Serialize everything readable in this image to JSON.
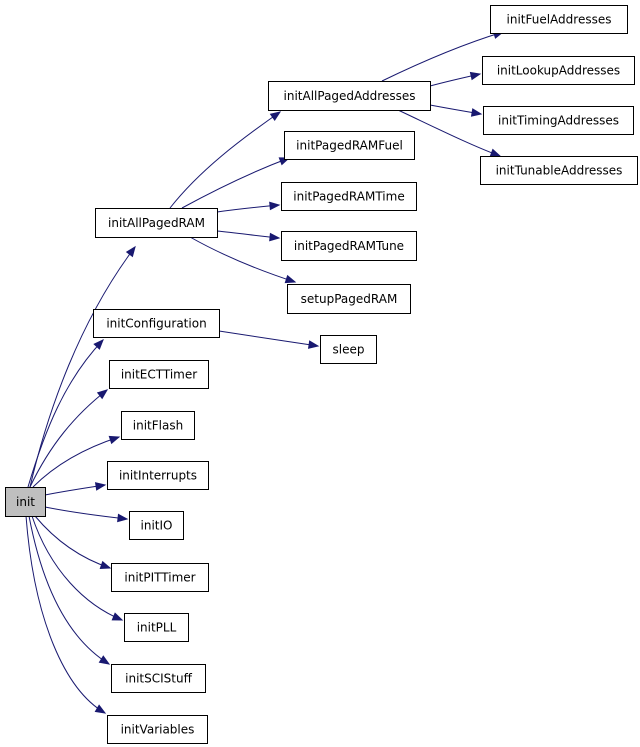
{
  "graph": {
    "root": "init",
    "nodes": [
      {
        "id": "init",
        "label": "init"
      },
      {
        "id": "initAllPagedRAM",
        "label": "initAllPagedRAM"
      },
      {
        "id": "initConfiguration",
        "label": "initConfiguration"
      },
      {
        "id": "initECTTimer",
        "label": "initECTTimer"
      },
      {
        "id": "initFlash",
        "label": "initFlash"
      },
      {
        "id": "initInterrupts",
        "label": "initInterrupts"
      },
      {
        "id": "initIO",
        "label": "initIO"
      },
      {
        "id": "initPITTimer",
        "label": "initPITTimer"
      },
      {
        "id": "initPLL",
        "label": "initPLL"
      },
      {
        "id": "initSCIStuff",
        "label": "initSCIStuff"
      },
      {
        "id": "initVariables",
        "label": "initVariables"
      },
      {
        "id": "initAllPagedAddresses",
        "label": "initAllPagedAddresses"
      },
      {
        "id": "initPagedRAMFuel",
        "label": "initPagedRAMFuel"
      },
      {
        "id": "initPagedRAMTime",
        "label": "initPagedRAMTime"
      },
      {
        "id": "initPagedRAMTune",
        "label": "initPagedRAMTune"
      },
      {
        "id": "setupPagedRAM",
        "label": "setupPagedRAM"
      },
      {
        "id": "sleep",
        "label": "sleep"
      },
      {
        "id": "initFuelAddresses",
        "label": "initFuelAddresses"
      },
      {
        "id": "initLookupAddresses",
        "label": "initLookupAddresses"
      },
      {
        "id": "initTimingAddresses",
        "label": "initTimingAddresses"
      },
      {
        "id": "initTunableAddresses",
        "label": "initTunableAddresses"
      }
    ],
    "edges": [
      {
        "from": "init",
        "to": "initAllPagedRAM"
      },
      {
        "from": "init",
        "to": "initConfiguration"
      },
      {
        "from": "init",
        "to": "initECTTimer"
      },
      {
        "from": "init",
        "to": "initFlash"
      },
      {
        "from": "init",
        "to": "initInterrupts"
      },
      {
        "from": "init",
        "to": "initIO"
      },
      {
        "from": "init",
        "to": "initPITTimer"
      },
      {
        "from": "init",
        "to": "initPLL"
      },
      {
        "from": "init",
        "to": "initSCIStuff"
      },
      {
        "from": "init",
        "to": "initVariables"
      },
      {
        "from": "initAllPagedRAM",
        "to": "initAllPagedAddresses"
      },
      {
        "from": "initAllPagedRAM",
        "to": "initPagedRAMFuel"
      },
      {
        "from": "initAllPagedRAM",
        "to": "initPagedRAMTime"
      },
      {
        "from": "initAllPagedRAM",
        "to": "initPagedRAMTune"
      },
      {
        "from": "initAllPagedRAM",
        "to": "setupPagedRAM"
      },
      {
        "from": "initConfiguration",
        "to": "sleep"
      },
      {
        "from": "initAllPagedAddresses",
        "to": "initFuelAddresses"
      },
      {
        "from": "initAllPagedAddresses",
        "to": "initLookupAddresses"
      },
      {
        "from": "initAllPagedAddresses",
        "to": "initTimingAddresses"
      },
      {
        "from": "initAllPagedAddresses",
        "to": "initTunableAddresses"
      }
    ],
    "colors": {
      "edge": "#191970",
      "root_fill": "#bfbfbf",
      "node_fill": "#ffffff",
      "node_border": "#000000"
    }
  }
}
